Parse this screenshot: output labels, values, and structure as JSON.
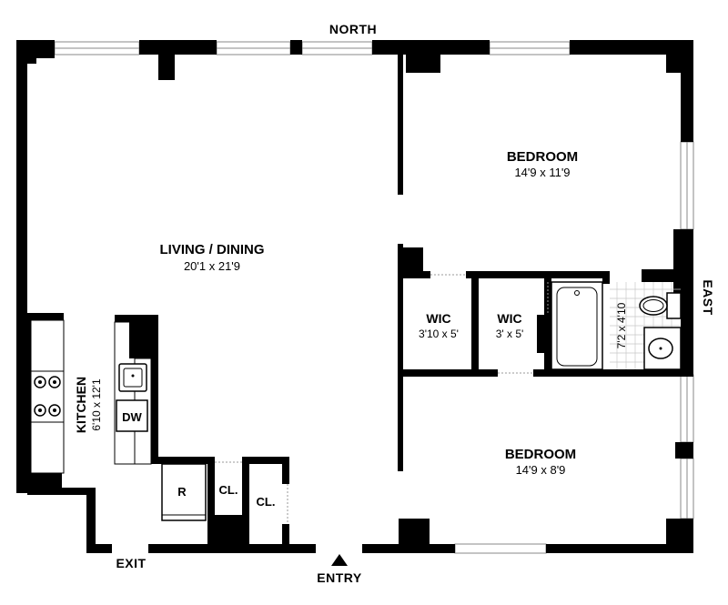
{
  "compass": {
    "north": "NORTH",
    "east": "EAST"
  },
  "labels": {
    "exit": "EXIT",
    "entry": "ENTRY"
  },
  "rooms": {
    "living": {
      "name": "LIVING / DINING",
      "dims": "20'1 x 21'9"
    },
    "bedroom1": {
      "name": "BEDROOM",
      "dims": "14'9 x 11'9"
    },
    "bedroom2": {
      "name": "BEDROOM",
      "dims": "14'9 x 8'9"
    },
    "wic1": {
      "name": "WIC",
      "dims": "3'10 x 5'"
    },
    "wic2": {
      "name": "WIC",
      "dims": "3' x 5'"
    },
    "bath": {
      "dims": "7'2 x 4'10"
    },
    "kitchen": {
      "name": "KITCHEN",
      "dims": "6'10 x 12'1"
    }
  },
  "fixtures": {
    "dishwasher": "DW",
    "refrigerator": "R",
    "closet1": "CL.",
    "closet2": "CL."
  }
}
